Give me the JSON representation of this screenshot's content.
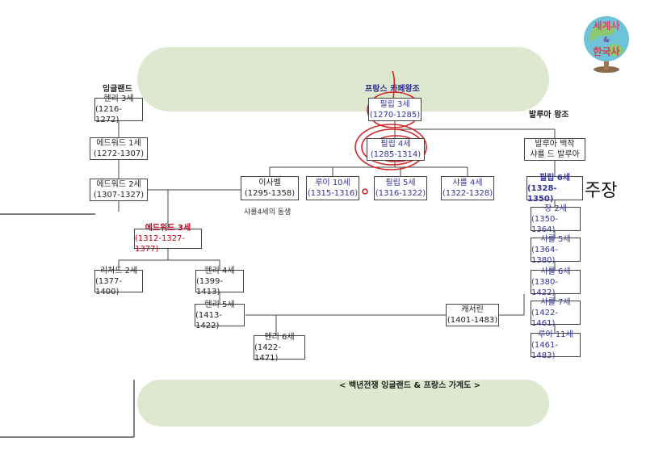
{
  "labels": {
    "england": "잉글랜드",
    "france_capet": "프랑스 카페왕조",
    "valois": "발루아 왕조",
    "claim": "주장",
    "isabel_note": "샤를4세의 동생",
    "caption": "< 백년전쟁  잉글랜드 & 프랑스 가계도 >"
  },
  "logo": {
    "text_1": "세계사",
    "text_2": "&",
    "text_3": "한국사"
  },
  "nodes": {
    "henry3": {
      "name": "헨리 3세",
      "years": "(1216-1272)"
    },
    "edward1": {
      "name": "에드워드 1세",
      "years": "(1272-1307)"
    },
    "edward2": {
      "name": "에드워드 2세",
      "years": "(1307-1327)"
    },
    "edward3": {
      "name": "에드워드 3세",
      "years": "(1312-1327-1377)"
    },
    "richard2": {
      "name": "리처드 2세",
      "years": "(1377-1400)"
    },
    "henry4": {
      "name": "헨리 4세",
      "years": "(1399-1413)"
    },
    "henry5": {
      "name": "헨리 5세",
      "years": "(1413-1422)"
    },
    "henry6": {
      "name": "헨리 6세",
      "years": "(1422-1471)"
    },
    "philip3": {
      "name": "필립 3세",
      "years": "(1270-1285)"
    },
    "philip4": {
      "name": "필립 4세",
      "years": "(1285-1314)"
    },
    "isabel": {
      "name": "이사벨",
      "years": "(1295-1358)"
    },
    "louis10": {
      "name": "루이 10세",
      "years": "(1315-1316)"
    },
    "philip5": {
      "name": "필립 5세",
      "years": "(1316-1322)"
    },
    "charles4": {
      "name": "샤를 4세",
      "years": "(1322-1328)"
    },
    "valois_count": {
      "name": "발루아 백작",
      "years": "샤를 드 발루아"
    },
    "philip6": {
      "name": "필립 6세",
      "years": "(1328-1350)"
    },
    "jean2": {
      "name": "장 2세",
      "years": "(1350-1364)"
    },
    "charles5": {
      "name": "샤를 5세",
      "years": "(1364-1380)"
    },
    "charles6": {
      "name": "샤를 6세",
      "years": "(1380-1422)"
    },
    "catherine": {
      "name": "캐서린",
      "years": "(1401-1483)"
    },
    "charles7": {
      "name": "샤를 7세",
      "years": "(1422-1461)"
    },
    "louis11": {
      "name": "루이 11세",
      "years": "(1461-1483)"
    }
  }
}
